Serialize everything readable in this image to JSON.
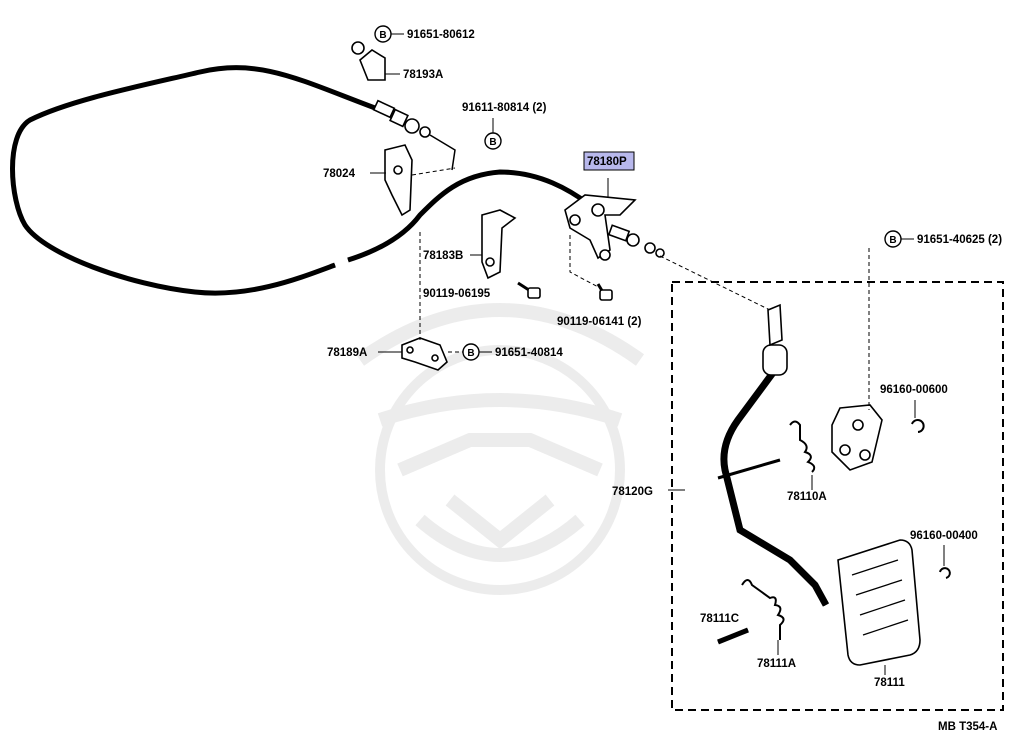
{
  "diagram": {
    "code": "MB T354-A",
    "highlight_color": "#b8b8ec",
    "bolt_marker": "B",
    "labels": {
      "p91651_80612": "91651-80612",
      "p78193A": "78193A",
      "p91611_80814": "91611-80814 (2)",
      "p78024": "78024",
      "p78180P": "78180P",
      "p78183B": "78183B",
      "p90119_06195": "90119-06195",
      "p90119_06141": "90119-06141 (2)",
      "p78189A": "78189A",
      "p91651_40814": "91651-40814",
      "p91651_40625": "91651-40625 (2)",
      "p96160_00600": "96160-00600",
      "p78120G": "78120G",
      "p78110A": "78110A",
      "p96160_00400": "96160-00400",
      "p78111C": "78111C",
      "p78111A": "78111A",
      "p78111": "78111"
    }
  }
}
